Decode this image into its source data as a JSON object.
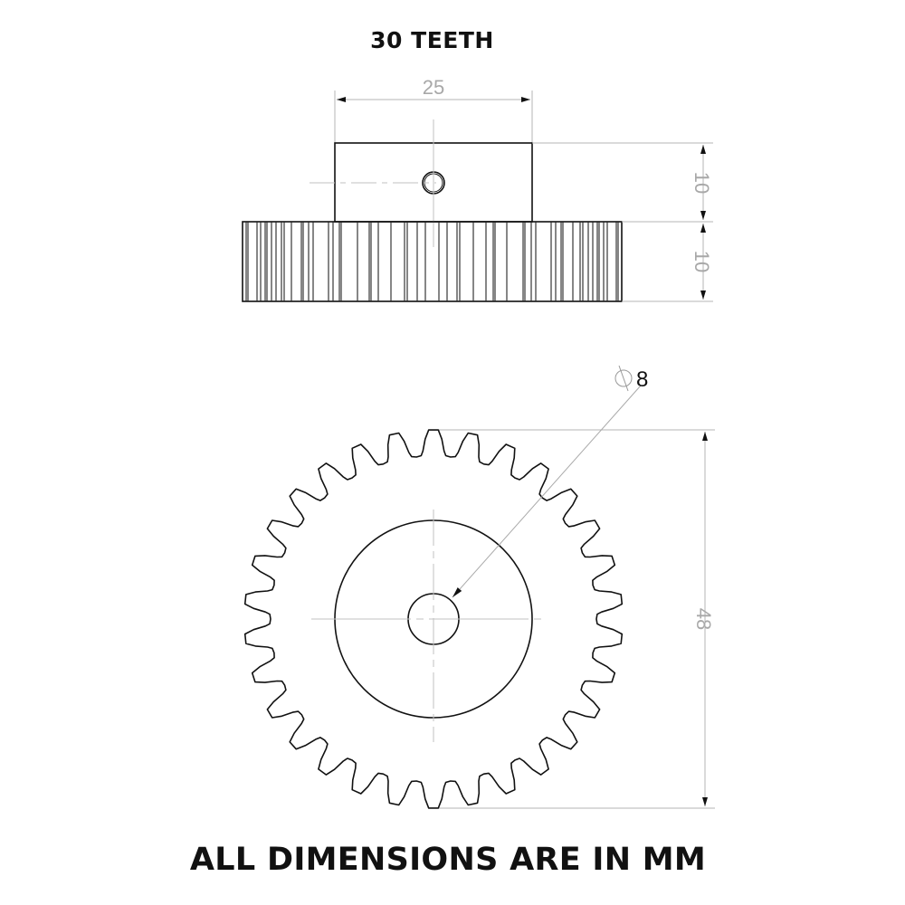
{
  "title": "30 TEETH",
  "footer": "ALL DIMENSIONS ARE IN MM",
  "colors": {
    "outline": "#111111",
    "dimension_line": "#b4b4b4",
    "center_line": "#b8b8b8",
    "dimension_text": "#a8a8a8",
    "background": "#ffffff"
  },
  "gear": {
    "teeth": 30,
    "outside_diameter_mm": 48,
    "bore_diameter_mm": 8,
    "hub_diameter_mm": 25,
    "hub_length_mm": 10,
    "face_width_mm": 10,
    "set_screw_hole": true
  },
  "side_view": {
    "hub_width_label": "25",
    "hub_height_label": "10",
    "face_width_label": "10"
  },
  "front_view": {
    "outside_diameter_label": "48",
    "bore_symbol": "⌀",
    "bore_label": "8"
  }
}
